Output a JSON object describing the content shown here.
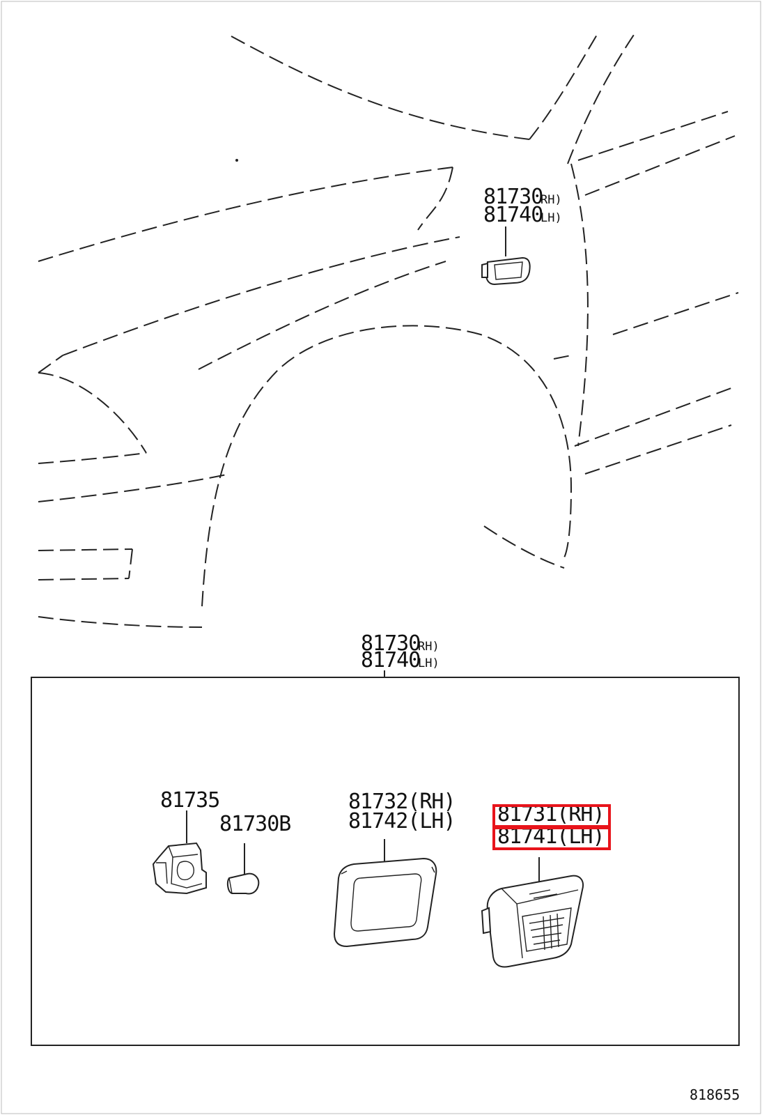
{
  "callouts": {
    "top_rh_num": "81730",
    "top_rh_side": "RH)",
    "top_lh_num": "81740",
    "top_lh_side": "LH)",
    "box_rh_num": "81730",
    "box_rh_side": "RH)",
    "box_lh_num": "81740",
    "box_lh_side": "LH)",
    "socket": "81735",
    "bulb": "81730B",
    "lens_rh": "81732(RH)",
    "lens_lh": "81742(LH)",
    "lamp_rh": "81731(RH)",
    "lamp_lh": "81741(LH)"
  },
  "highlight_color": "#e8141b",
  "figure_id": "818655"
}
